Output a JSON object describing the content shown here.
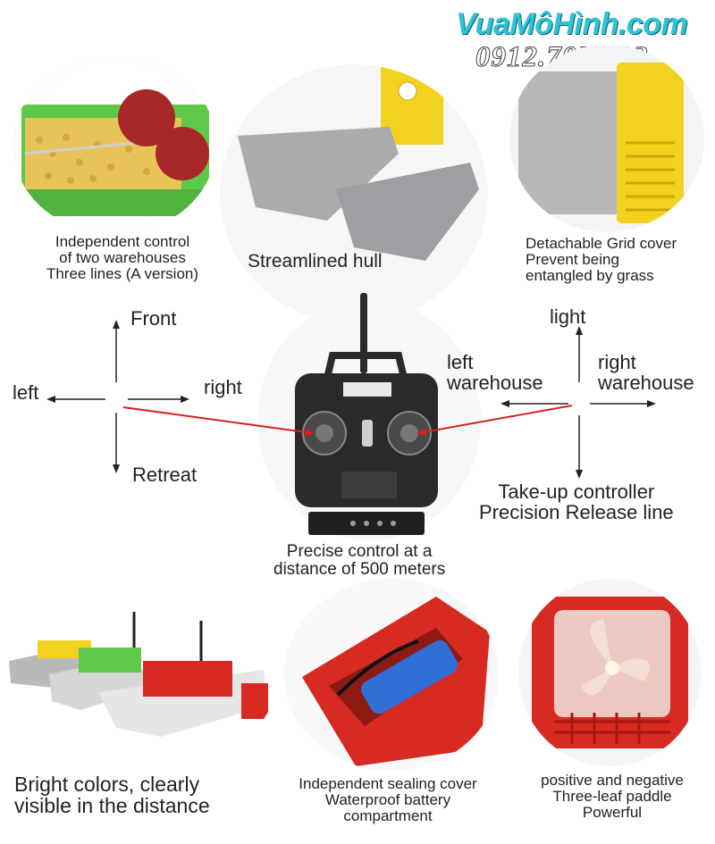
{
  "watermark": {
    "brand": "VuaMôHình.com",
    "phone": "0912.707.292"
  },
  "features": {
    "two_warehouses": [
      "Independent control",
      "of two warehouses",
      "Three lines (A version)"
    ],
    "hull": "Streamlined hull",
    "grid_cover": [
      "Detachable Grid cover",
      "Prevent being",
      "entangled by grass"
    ],
    "remote_range": [
      "Precise control at a",
      "distance of 500 meters"
    ],
    "colors": [
      "Bright colors, clearly",
      "visible in the distance"
    ],
    "battery": [
      "Independent sealing cover",
      "Waterproof battery",
      "compartment"
    ],
    "paddle": [
      "positive and negative",
      "Three-leaf paddle",
      "Powerful"
    ]
  },
  "left_stick": {
    "front": "Front",
    "retreat": "Retreat",
    "left": "left",
    "right": "right"
  },
  "right_stick": {
    "light": "light",
    "left_warehouse": [
      "left",
      "warehouse"
    ],
    "right_warehouse": [
      "right",
      "warehouse"
    ],
    "takeup": [
      "Take-up controller",
      "Precision Release line"
    ]
  },
  "colors": {
    "brand_fill": "#2ec4d6",
    "pointer_line": "#d42020",
    "boat_green": "#5ec84a",
    "boat_yellow": "#f2d21e",
    "boat_red": "#d62a22",
    "hull_grey": "#a9abad",
    "remote_black": "#2a2a2a"
  }
}
